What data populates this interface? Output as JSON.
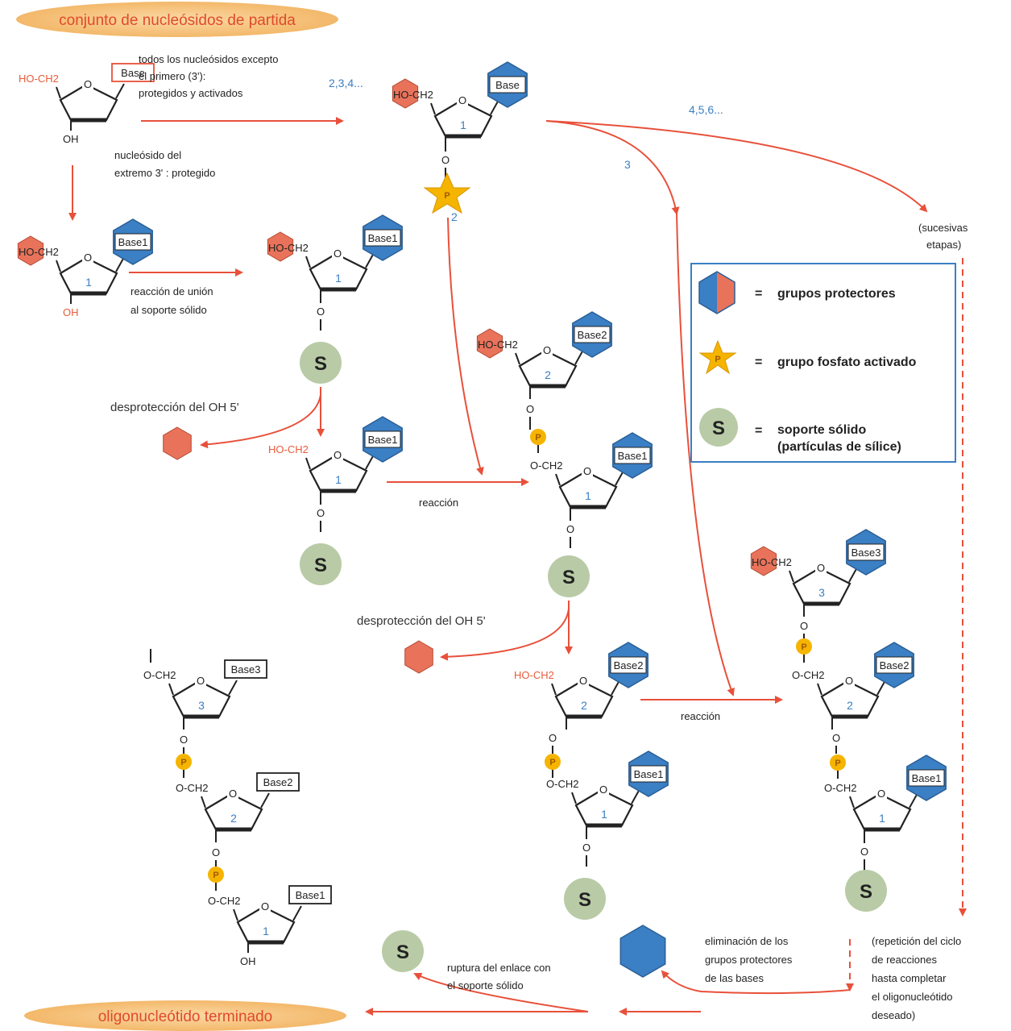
{
  "title_top": "conjunto de nucleósidos de partida",
  "title_bottom": "oligonucleótido terminado",
  "notes": {
    "all_nucleosides_1": "todos los nucleósidos excepto",
    "all_nucleosides_2": "el primero (3'):",
    "all_nucleosides_3": "protegidos y activados",
    "end3_1": "nucleósido del",
    "end3_2": "extremo 3' : protegido",
    "attach_1": "reacción de unión",
    "attach_2": "al soporte sólido",
    "deprot": "desprotección del OH 5'",
    "reaction": "reacción",
    "successive_1": "(sucesivas",
    "successive_2": "etapas)",
    "cleave_1": "ruptura del enlace con",
    "cleave_2": "el soporte sólido",
    "elim_1": "eliminación de los",
    "elim_2": "grupos protectores",
    "elim_3": "de las bases",
    "repeat_1": "(repetición del ciclo",
    "repeat_2": "de reacciones",
    "repeat_3": "hasta completar",
    "repeat_4": "el oligonucleótido",
    "repeat_5": "deseado)"
  },
  "step_labels": {
    "s234": "2,3,4...",
    "s456": "4,5,6...",
    "s3": "3",
    "s2": "2"
  },
  "legend": {
    "protect": "grupos protectores",
    "phosphate": "grupo fosfato activado",
    "support_1": "soporte sólido",
    "support_2": "(partículas de sílice)",
    "eq": "="
  },
  "chem": {
    "base": "Base",
    "base1": "Base1",
    "base2": "Base2",
    "base3": "Base3",
    "ho_ch2": "HO-CH2",
    "o_ch2": "O-CH2",
    "oh": "OH",
    "o": "O",
    "s": "S",
    "p": "P",
    "n1": "1",
    "n2": "2",
    "n3": "3"
  },
  "colors": {
    "arrow": "#e8503a",
    "blue_hex": "#3b7fc4",
    "red_hex": "#e8735a",
    "support": "#b9cba6",
    "phosphate": "#f5b400",
    "banner": "#f6c98a"
  }
}
